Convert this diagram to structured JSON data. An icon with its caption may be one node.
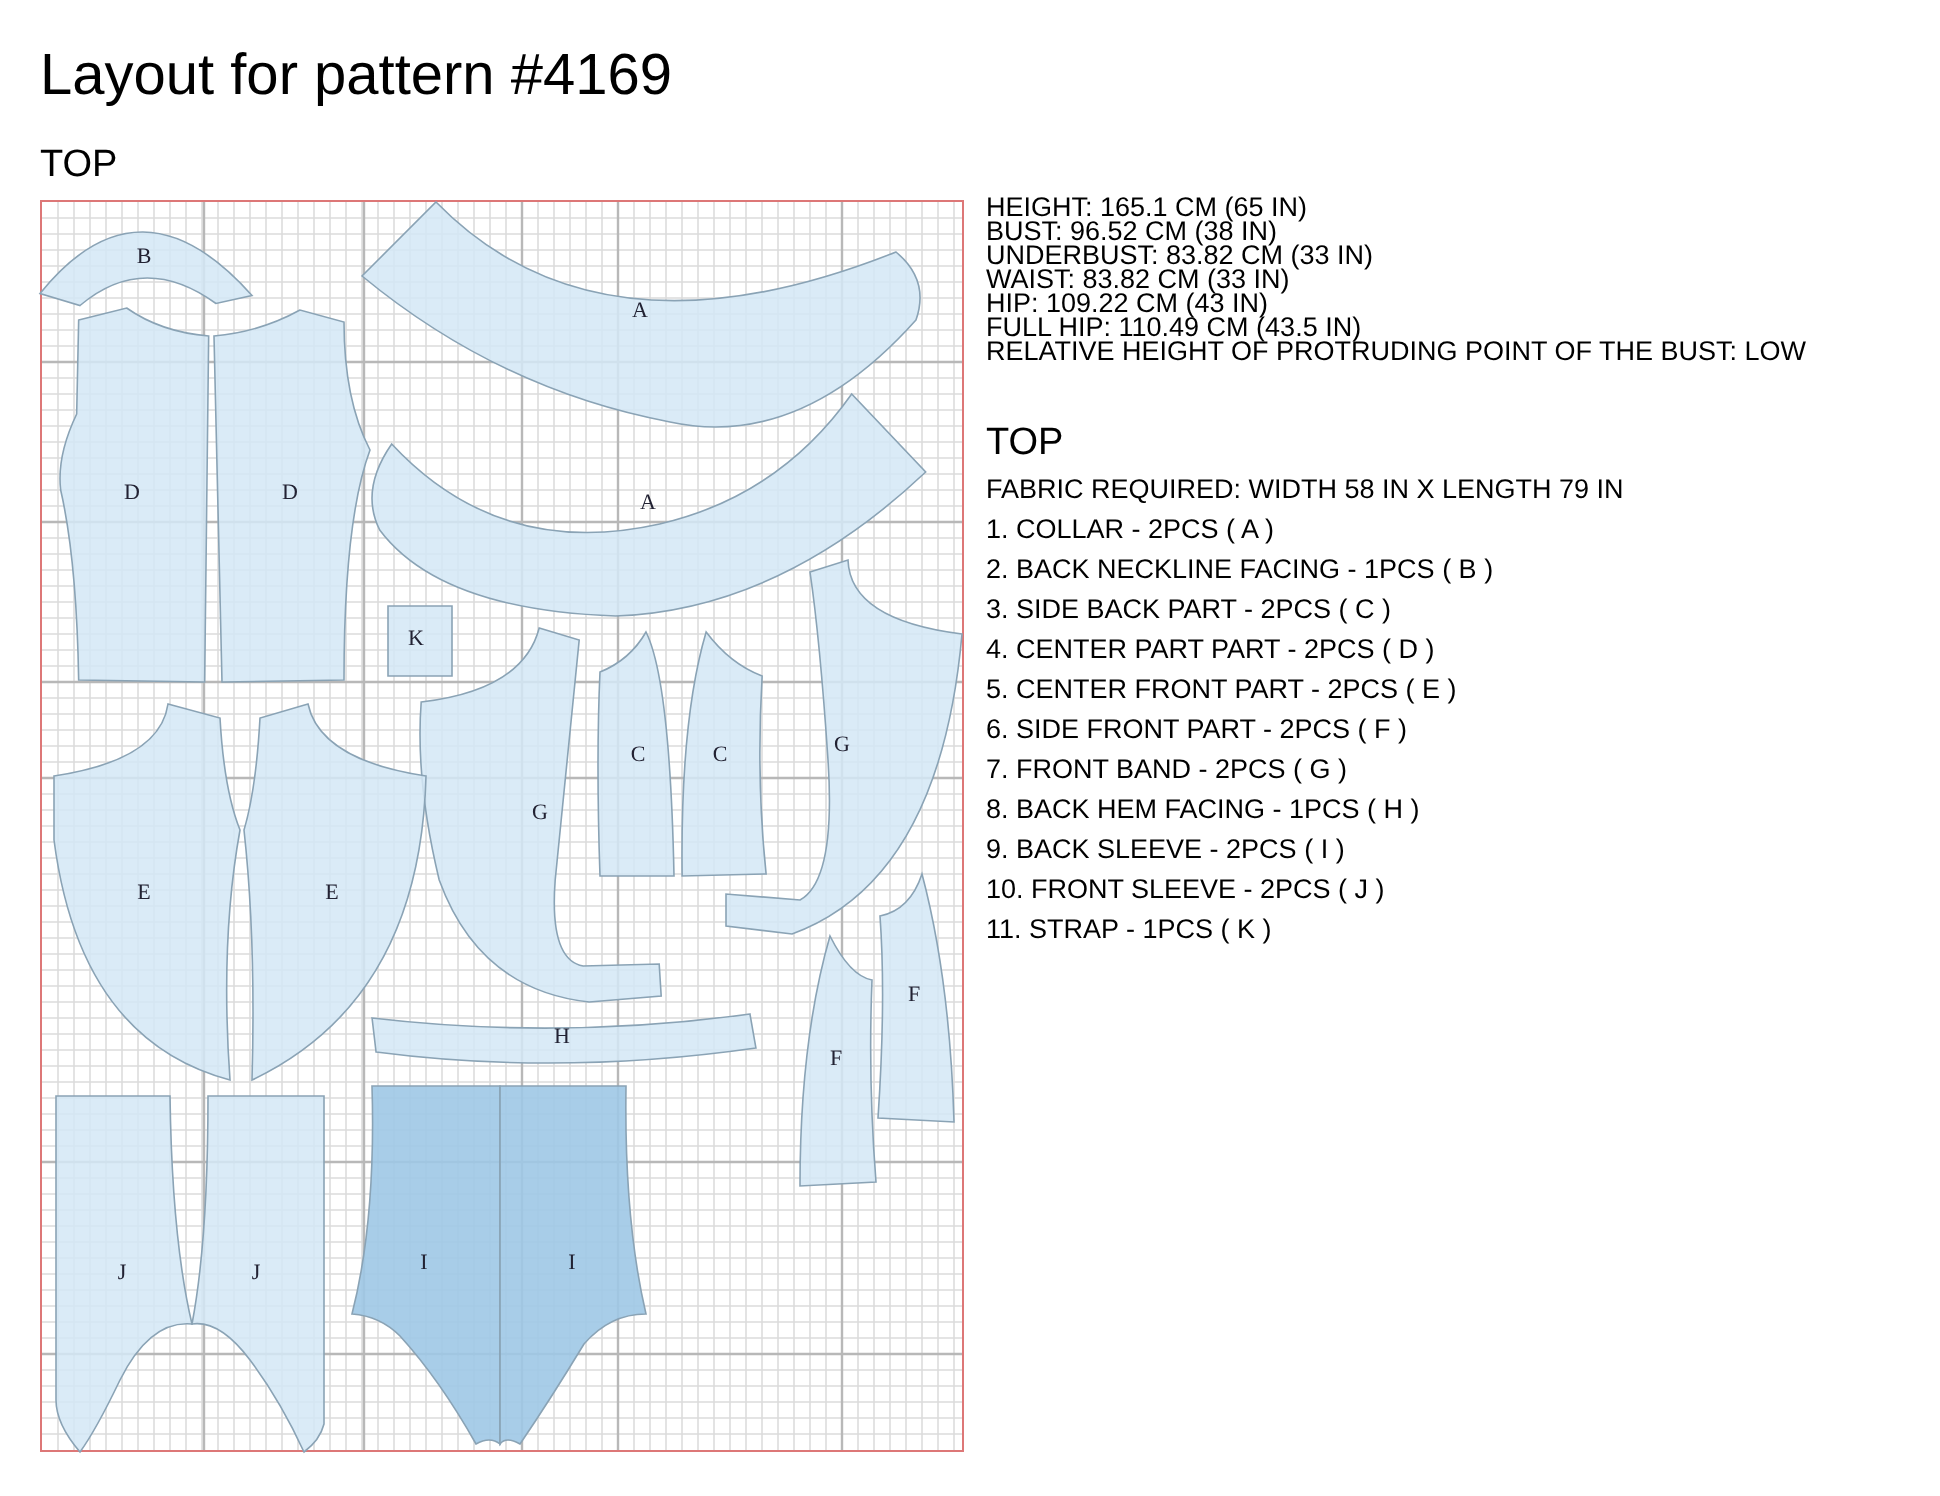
{
  "diagram": {
    "title": "Layout for pattern #4169",
    "nodes": [
      {
        "text": [
          "B"
        ]
      },
      {
        "text": [
          "A"
        ]
      },
      {
        "text": [
          "D"
        ]
      },
      {
        "text": [
          "D"
        ]
      },
      {
        "text": [
          "A"
        ]
      },
      {
        "text": [
          "K"
        ]
      },
      {
        "text": [
          "G"
        ]
      },
      {
        "text": [
          "C"
        ]
      },
      {
        "text": [
          "C"
        ]
      },
      {
        "text": [
          "G"
        ]
      },
      {
        "text": [
          "E"
        ]
      },
      {
        "text": [
          "E"
        ]
      },
      {
        "text": [
          "H"
        ]
      },
      {
        "text": [
          "F"
        ]
      },
      {
        "text": [
          "F"
        ]
      },
      {
        "text": [
          "J"
        ]
      },
      {
        "text": [
          "J"
        ]
      },
      {
        "text": [
          "I"
        ]
      },
      {
        "text": [
          "I"
        ]
      }
    ],
    "labels": [
      "TOP",
      "HEIGHT: 165.1 CM (65 IN)",
      "BUST: 96.52 CM (38 IN)",
      "UNDERBUST: 83.82 CM (33 IN)",
      "WAIST: 83.82 CM (33 IN)",
      "HIP: 109.22 CM (43 IN)",
      "FULL HIP: 110.49 CM (43.5 IN)",
      "RELATIVE HEIGHT OF PROTRUDING POINT OF THE BUST: LOW",
      "TOP",
      "FABRIC REQUIRED: WIDTH 58 IN X LENGTH 79 IN",
      "1. COLLAR - 2PCS ( A )",
      "2. BACK NECKLINE FACING - 1PCS ( B )",
      "3. SIDE BACK PART - 2PCS ( C )",
      "4. CENTER PART PART - 2PCS ( D )",
      "5. CENTER FRONT PART - 2PCS ( E )",
      "6. SIDE FRONT PART - 2PCS ( F )",
      "7. FRONT BAND - 2PCS ( G )",
      "8. BACK HEM FACING - 1PCS ( H )",
      "9. BACK SLEEVE - 2PCS ( I )",
      "10. FRONT SLEEVE - 2PCS ( J )",
      "11. STRAP - 1PCS ( K )"
    ]
  }
}
